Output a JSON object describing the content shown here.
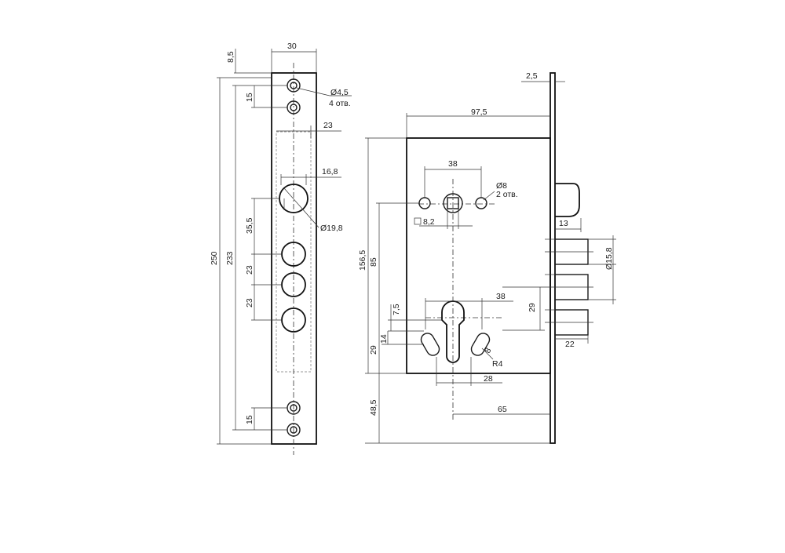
{
  "faceplate": {
    "width": "30",
    "top_offset": "8,5",
    "overall_length": "250",
    "hole_span": "233",
    "top_hole_pitch": "15",
    "bottom_hole_pitch": "15",
    "screw_hole_diameter": "Ø4,5",
    "screw_hole_count": "4 отв.",
    "window_width": "23",
    "latch_offset": "16,8",
    "latch_hole_diameter": "Ø19,8",
    "latch_to_bolt": "35,5",
    "bolt_pitch_1": "23",
    "bolt_pitch_2": "23"
  },
  "lockbody": {
    "plate_thickness": "2,5",
    "backset": "97,5",
    "spindle_holes_span": "38",
    "spindle_hole_diameter": "Ø8",
    "spindle_hole_count": "2 отв.",
    "spindle_square": "8,2",
    "height_to_spindle": "156,5",
    "spindle_to_cylinder": "85",
    "latch_projection": "13",
    "bolt_diameter": "Ø15,8",
    "cylinder_slots_span": "38",
    "slot_offset": "7,5",
    "slot_height": "14",
    "bolt_spacing": "29",
    "slot_radius": "R4",
    "slot_width": "8",
    "cylinder_width": "28",
    "bottom_distance": "48,5",
    "cylinder_backset": "65",
    "bolt_projection": "22",
    "lower_offset": "29"
  }
}
